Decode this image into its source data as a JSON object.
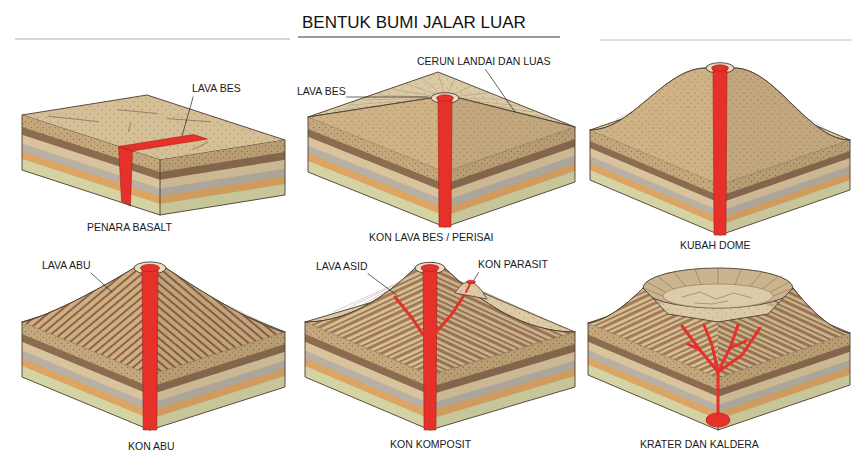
{
  "diagram": {
    "title": "BENTUK BUMI JALAR LUAR",
    "labels": [
      "LAVA BES",
      "PENARA BASALT",
      "LAVA BES",
      "CERUN LANDAI DAN LUAS",
      "KON LAVA BES / PERISAI",
      "KUBAH DOME",
      "LAVA ABU",
      "KON ABU",
      "LAVA ASID",
      "KON PARASIT",
      "KON KOMPOSIT",
      "KRATER DAN KALDERA"
    ]
  }
}
